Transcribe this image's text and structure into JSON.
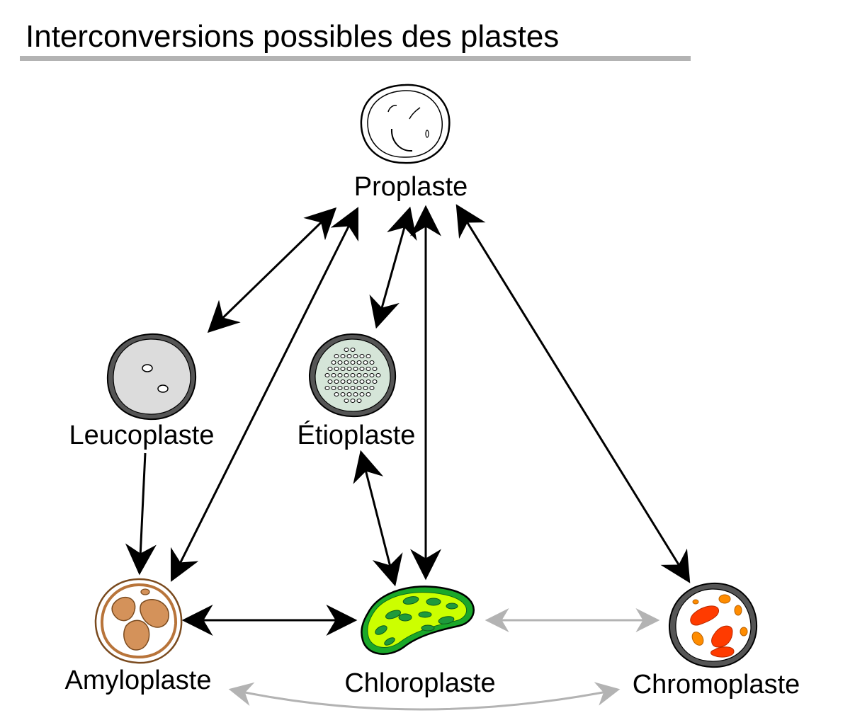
{
  "title": "Interconversions possibles des plastes",
  "nodes": {
    "proplaste": "Proplaste",
    "leucoplaste": "Leucoplaste",
    "etioplaste": "Étioplaste",
    "amyloplaste": "Amyloplaste",
    "chloroplaste": "Chloroplaste",
    "chromoplaste": "Chromoplaste"
  },
  "colors": {
    "arrow": "#000000",
    "weak_arrow": "#b3b3b3",
    "title_rule": "#b3b3b3",
    "leucoplaste_fill": "#dcdcdc",
    "etioplaste_fill": "#d5e5d8",
    "amyloplaste_outline": "#b8743a",
    "starch_grain": "#d4925a",
    "chloroplaste_fill": "#ccff00",
    "chloroplaste_edge": "#1aa82a",
    "thylakoid": "#1f9a3c",
    "chromoplaste_red": "#ff3b00",
    "chromoplaste_orange": "#ff8c00"
  }
}
